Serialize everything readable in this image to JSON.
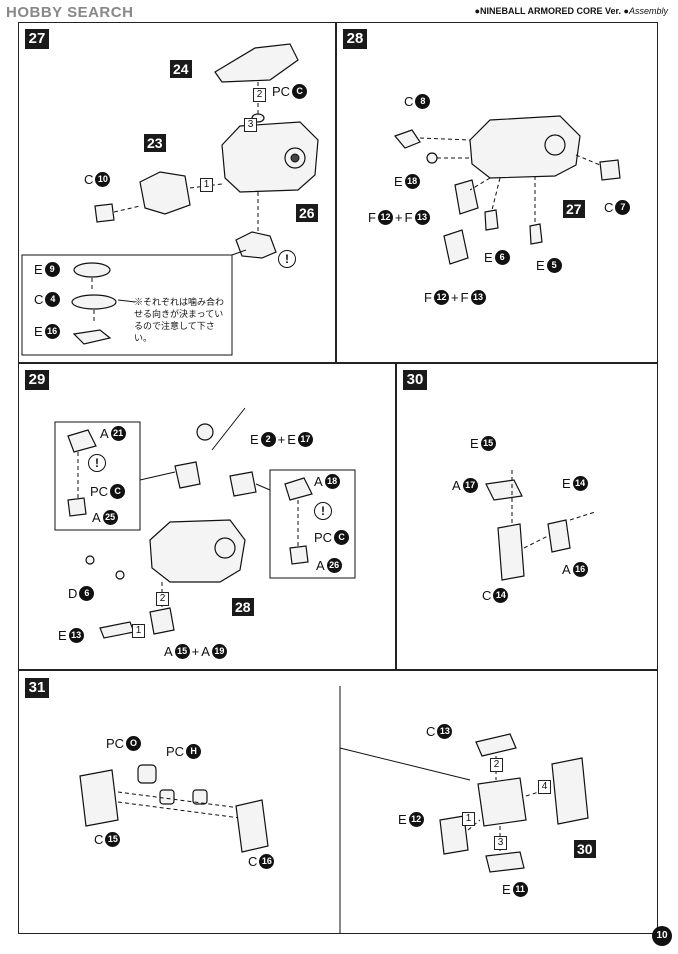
{
  "header": {
    "brand_text": "HOBBY SEARCH",
    "title": "NINEBALL ARMORED CORE Ver.",
    "subtitle": "Assembly"
  },
  "page_number": "10",
  "steps": {
    "s27": {
      "number": "27",
      "callouts": [
        "24",
        "23",
        "26"
      ],
      "labels": {
        "pc": "PC",
        "pc_letter": "C",
        "c_letter": "C",
        "c_num": "10"
      },
      "arrows": [
        "2",
        "3",
        "1"
      ],
      "inset": {
        "e_letter": "E",
        "e_num": "9",
        "c_letter": "C",
        "c_num": "4",
        "e2_letter": "E",
        "e2_num": "16",
        "note": "※それぞれは噛み合わせる向きが決まっているので注意して下さい。"
      }
    },
    "s28": {
      "number": "28",
      "callout": "27",
      "c8_letter": "C",
      "c8_num": "8",
      "e18_letter": "E",
      "e18_num": "18",
      "f_top": {
        "l1": "F",
        "n1": "12",
        "plus": "+",
        "l2": "F",
        "n2": "13"
      },
      "f_bottom": {
        "l1": "F",
        "n1": "12",
        "plus": "+",
        "l2": "F",
        "n2": "13"
      },
      "e6_letter": "E",
      "e6_num": "6",
      "e5_letter": "E",
      "e5_num": "5",
      "c7_letter": "C",
      "c7_num": "7"
    },
    "s29": {
      "number": "29",
      "callout": "28",
      "e_combo": {
        "l1": "E",
        "n1": "2",
        "plus": "+",
        "l2": "E",
        "n2": "17"
      },
      "left_inset": {
        "a_letter": "A",
        "a_num": "21",
        "pc": "PC",
        "pc_letter": "C",
        "a2_letter": "A",
        "a2_num": "25"
      },
      "right_inset": {
        "a_letter": "A",
        "a_num": "18",
        "pc": "PC",
        "pc_letter": "C",
        "a2_letter": "A",
        "a2_num": "26"
      },
      "d_letter": "D",
      "d_num": "6",
      "e_letter": "E",
      "e_num": "13",
      "a_combo": {
        "l1": "A",
        "n1": "15",
        "plus": "+",
        "l2": "A",
        "n2": "19"
      },
      "arrows": [
        "2",
        "1"
      ]
    },
    "s30": {
      "number": "30",
      "e15_letter": "E",
      "e15_num": "15",
      "a17_letter": "A",
      "a17_num": "17",
      "e14_letter": "E",
      "e14_num": "14",
      "a16_letter": "A",
      "a16_num": "16",
      "c14_letter": "C",
      "c14_num": "14"
    },
    "s31": {
      "number": "31",
      "pc_o": {
        "pc": "PC",
        "letter": "O"
      },
      "pc_h": {
        "pc": "PC",
        "letter": "H"
      },
      "c15_letter": "C",
      "c15_num": "15",
      "c16_letter": "C",
      "c16_num": "16",
      "c13_letter": "C",
      "c13_num": "13",
      "e12_letter": "E",
      "e12_num": "12",
      "e11_letter": "E",
      "e11_num": "11",
      "callout": "30",
      "arrows": [
        "2",
        "4",
        "1",
        "3"
      ]
    }
  }
}
